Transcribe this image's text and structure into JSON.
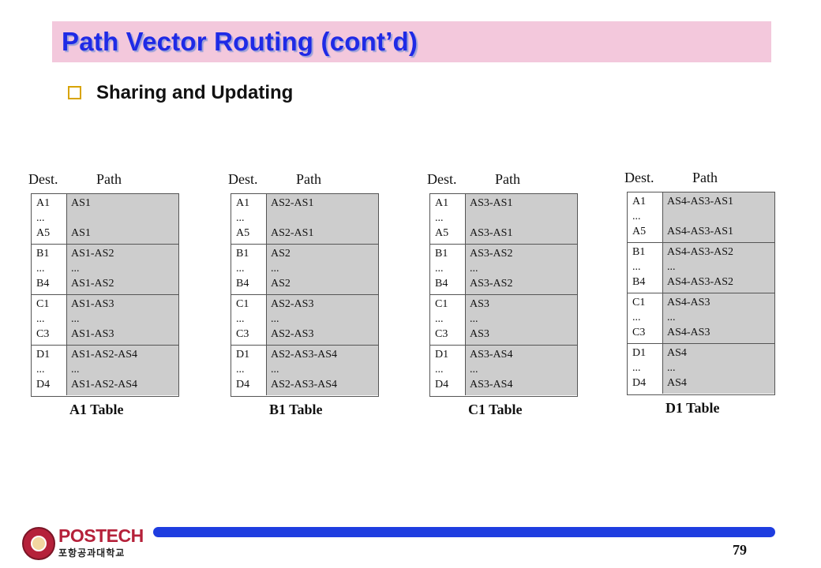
{
  "slide": {
    "title": "Path Vector Routing (cont’d)",
    "bullet": "Sharing and Updating",
    "page_number": "79"
  },
  "headers": {
    "dest": "Dest.",
    "path": "Path"
  },
  "tables": [
    {
      "caption": "A1 Table",
      "groups": [
        {
          "dest": [
            "A1",
            "...",
            "A5"
          ],
          "path": [
            "AS1",
            "",
            "AS1"
          ]
        },
        {
          "dest": [
            "B1",
            "...",
            "B4"
          ],
          "path": [
            "AS1-AS2",
            "...",
            "AS1-AS2"
          ]
        },
        {
          "dest": [
            "C1",
            "...",
            "C3"
          ],
          "path": [
            "AS1-AS3",
            "...",
            "AS1-AS3"
          ]
        },
        {
          "dest": [
            "D1",
            "...",
            "D4"
          ],
          "path": [
            "AS1-AS2-AS4",
            "...",
            "AS1-AS2-AS4"
          ]
        }
      ]
    },
    {
      "caption": "B1 Table",
      "groups": [
        {
          "dest": [
            "A1",
            "...",
            "A5"
          ],
          "path": [
            "AS2-AS1",
            "",
            "AS2-AS1"
          ]
        },
        {
          "dest": [
            "B1",
            "...",
            "B4"
          ],
          "path": [
            "AS2",
            "...",
            "AS2"
          ]
        },
        {
          "dest": [
            "C1",
            "...",
            "C3"
          ],
          "path": [
            "AS2-AS3",
            "...",
            "AS2-AS3"
          ]
        },
        {
          "dest": [
            "D1",
            "...",
            "D4"
          ],
          "path": [
            "AS2-AS3-AS4",
            "...",
            "AS2-AS3-AS4"
          ]
        }
      ]
    },
    {
      "caption": "C1 Table",
      "groups": [
        {
          "dest": [
            "A1",
            "...",
            "A5"
          ],
          "path": [
            "AS3-AS1",
            "",
            "AS3-AS1"
          ]
        },
        {
          "dest": [
            "B1",
            "...",
            "B4"
          ],
          "path": [
            "AS3-AS2",
            "...",
            "AS3-AS2"
          ]
        },
        {
          "dest": [
            "C1",
            "...",
            "C3"
          ],
          "path": [
            "AS3",
            "...",
            "AS3"
          ]
        },
        {
          "dest": [
            "D1",
            "...",
            "D4"
          ],
          "path": [
            "AS3-AS4",
            "...",
            "AS3-AS4"
          ]
        }
      ]
    },
    {
      "caption": "D1 Table",
      "groups": [
        {
          "dest": [
            "A1",
            "...",
            "A5"
          ],
          "path": [
            "AS4-AS3-AS1",
            "",
            "AS4-AS3-AS1"
          ]
        },
        {
          "dest": [
            "B1",
            "...",
            "B4"
          ],
          "path": [
            "AS4-AS3-AS2",
            "...",
            "AS4-AS3-AS2"
          ]
        },
        {
          "dest": [
            "C1",
            "...",
            "C3"
          ],
          "path": [
            "AS4-AS3",
            "...",
            "AS4-AS3"
          ]
        },
        {
          "dest": [
            "D1",
            "...",
            "D4"
          ],
          "path": [
            "AS4",
            "...",
            "AS4"
          ]
        }
      ]
    }
  ],
  "logo": {
    "name": "POSTECH",
    "subtitle": "포항공과대학교"
  },
  "colors": {
    "title_bar": "#f3c8dc",
    "title_text": "#1f2ae6",
    "footer_bar": "#1e3de0",
    "path_cell": "#cdcdcd"
  }
}
